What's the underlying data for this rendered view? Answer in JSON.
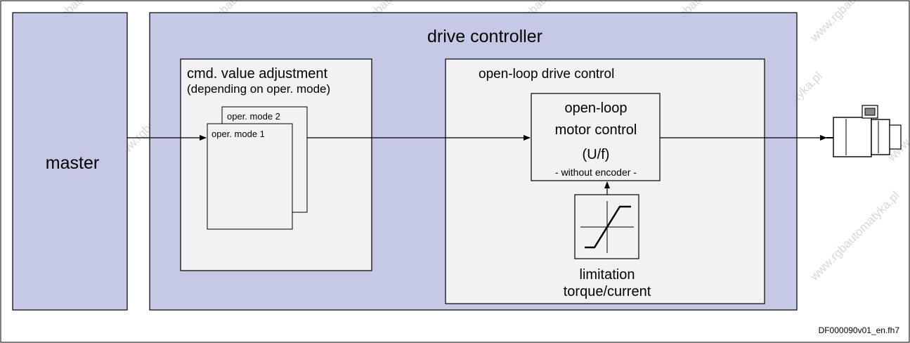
{
  "colors": {
    "block_fill": "#c5c9e5",
    "inner_fill": "#f2f2f5",
    "stroke": "#000000"
  },
  "blocks": {
    "master": "master",
    "drive_controller": "drive controller",
    "cmd_title_line1": "cmd. value adjustment",
    "cmd_title_line2": "(depending on oper. mode)",
    "oper_mode_1": "oper. mode 1",
    "oper_mode_2": "oper. mode 2",
    "open_loop_drive_control": "open-loop drive control",
    "motor_control_line1": "open-loop",
    "motor_control_line2": "motor control",
    "motor_control_line3": "(U/f)",
    "motor_control_line4": "- without encoder -",
    "limitation_line1": "limitation",
    "limitation_line2": "torque/current"
  },
  "icons": {
    "limiter": "saturation-curve-icon",
    "motor": "servo-motor-icon"
  },
  "footer": {
    "file_id": "DF000090v01_en.fh7"
  },
  "watermark": "www.rgbautomatyka.pl"
}
